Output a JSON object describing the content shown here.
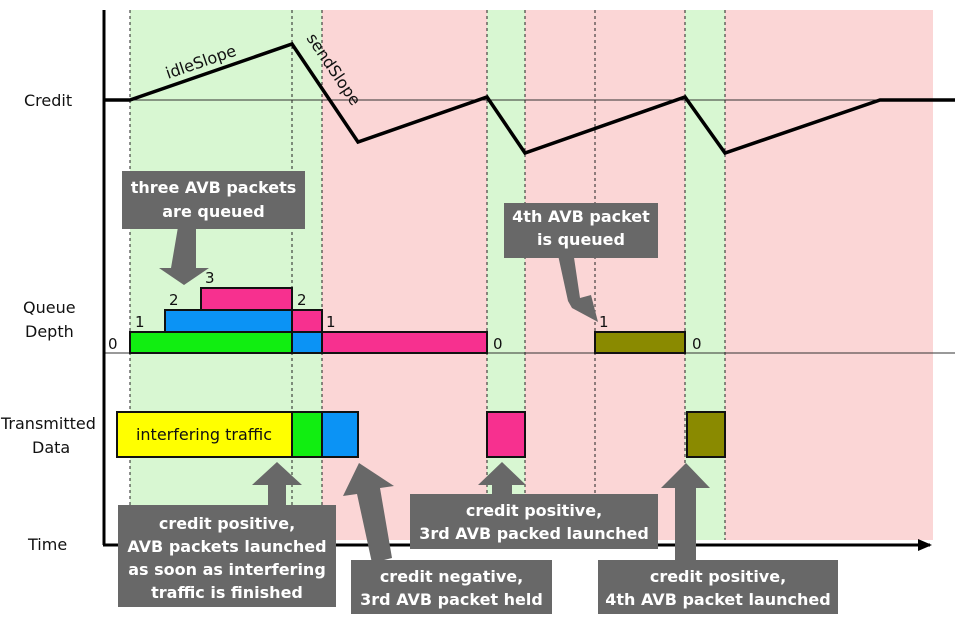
{
  "row_labels": {
    "credit": "Credit",
    "queue_line1": "Queue",
    "queue_line2": "Depth",
    "transmitted_line1": "Transmitted",
    "transmitted_line2": "Data",
    "time": "Time"
  },
  "slope_labels": {
    "idle": "idleSlope",
    "send": "sendSlope"
  },
  "queue_numbers": [
    "0",
    "1",
    "2",
    "3",
    "2",
    "1",
    "0",
    "1",
    "0"
  ],
  "interfering_label": "interfering traffic",
  "annotations": {
    "queued_three": [
      "three AVB packets",
      "are queued"
    ],
    "queued_fourth": [
      "4th AVB packet",
      "is queued"
    ],
    "launched_first": [
      "credit positive,",
      "AVB packets launched",
      "as soon as interfering",
      "traffic is finished"
    ],
    "held_third": [
      "credit negative,",
      "3rd AVB packet held"
    ],
    "launched_third": [
      "credit positive,",
      "3rd AVB packed launched"
    ],
    "launched_fourth": [
      "credit positive,",
      "4th AVB packet launched"
    ]
  },
  "colors": {
    "green_zone": "#d8f7d2",
    "red_zone": "#fbd6d6",
    "packet_green": "#11ee11",
    "packet_blue": "#0b93f5",
    "packet_pink": "#f7308f",
    "packet_olive": "#8a8a00",
    "interfering": "#ffff00",
    "annotation_bg": "#686868"
  }
}
